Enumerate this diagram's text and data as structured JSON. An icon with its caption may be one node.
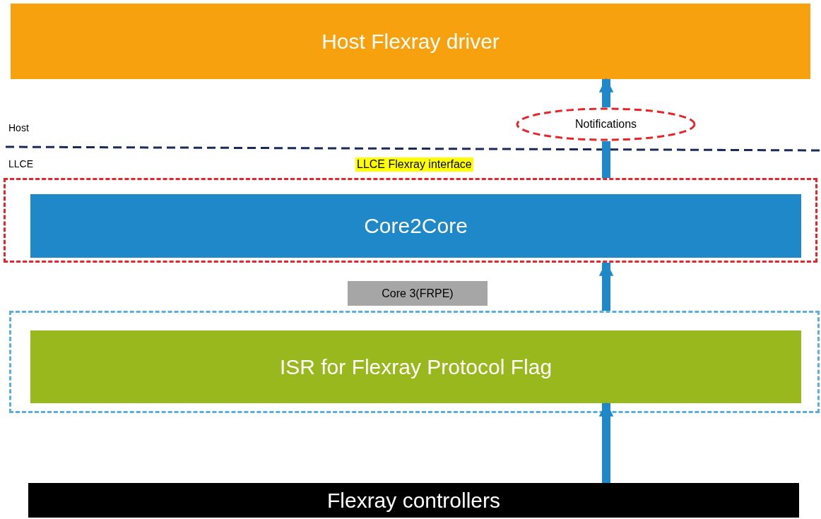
{
  "diagram": {
    "nodes": [
      {
        "text": [
          "Host Flexray driver"
        ]
      },
      {
        "text": [
          "Notifications"
        ]
      },
      {
        "text": [
          "LLCE Flexray interface"
        ]
      },
      {
        "text": [
          "Core2Core"
        ],
        "in": 2
      },
      {
        "text": [
          "Core 3(FRPE)"
        ]
      },
      {
        "text": [],
        "shape": "box"
      },
      {
        "text": [
          "ISR for Flexray Protocol Flag"
        ],
        "in": 5
      },
      {
        "text": [
          "Flexray controllers"
        ]
      }
    ],
    "edges": [
      {
        "from": 7,
        "to": 6,
        "arrow": "to"
      },
      {
        "from": 5,
        "to": 2,
        "arrow": "to"
      },
      {
        "from": 2,
        "to": 1,
        "arrow": "none"
      },
      {
        "from": 1,
        "to": 0,
        "arrow": "to"
      }
    ],
    "labels": [
      "Host",
      "LLCE"
    ]
  }
}
